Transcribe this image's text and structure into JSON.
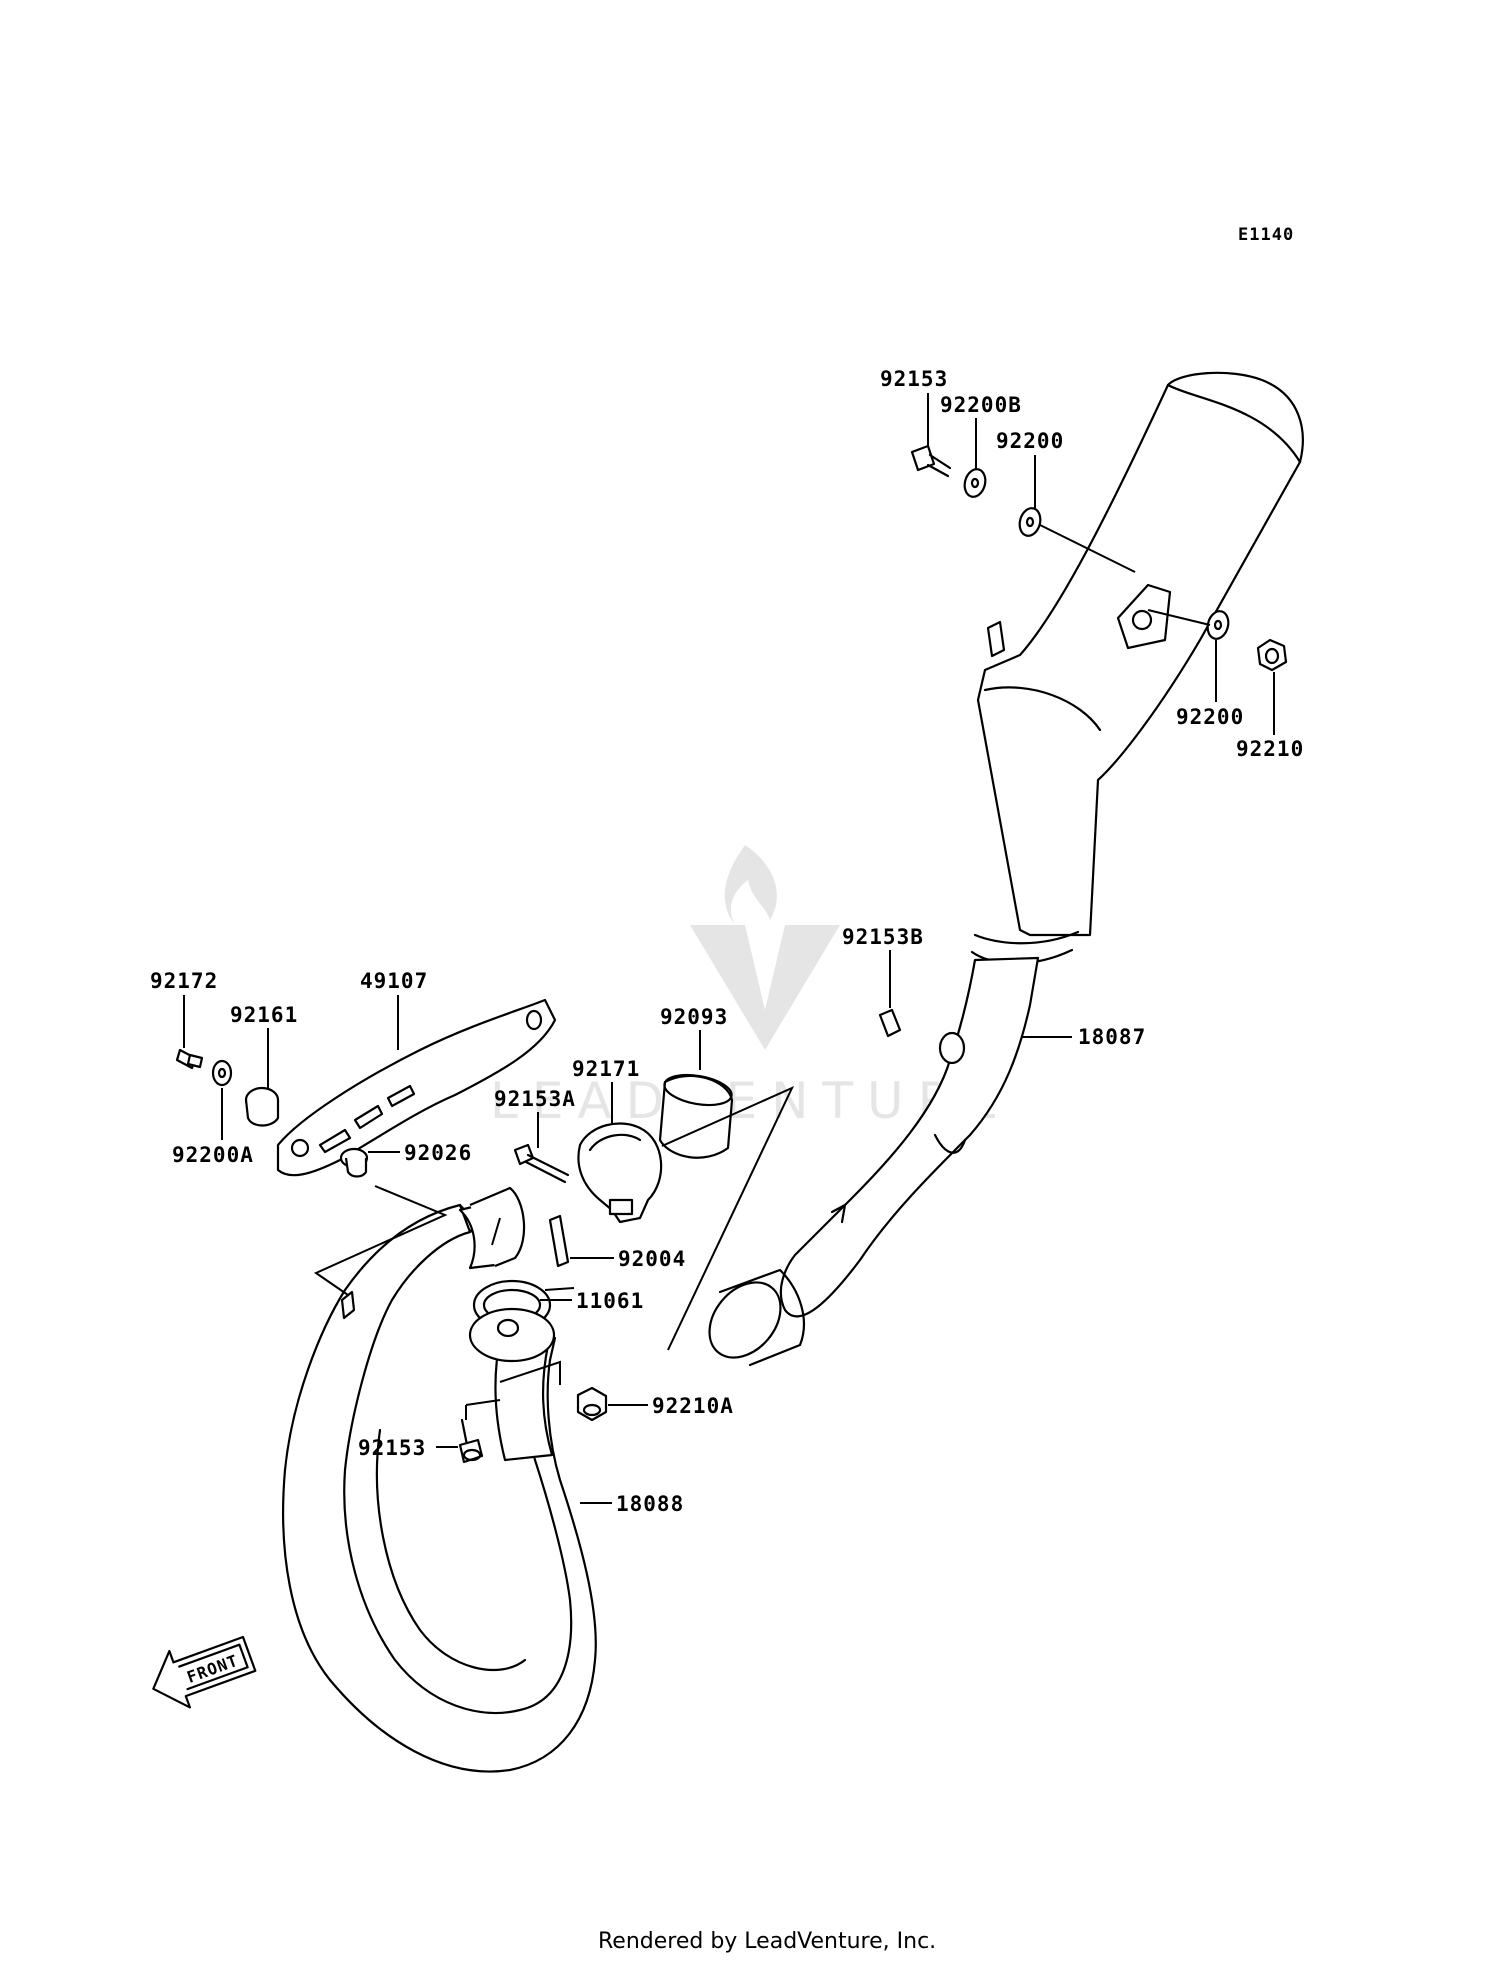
{
  "diagram_code": "E1140",
  "footer": "Rendered by LeadVenture, Inc.",
  "watermark": "LEADVENTURE",
  "front_arrow_label": "FRONT",
  "callouts": {
    "c92153_top": "92153",
    "c92200B": "92200B",
    "c92200_top": "92200",
    "c92200_right": "92200",
    "c92210": "92210",
    "c92153B": "92153B",
    "c18087": "18087",
    "c92172": "92172",
    "c49107": "49107",
    "c92161": "92161",
    "c92093": "92093",
    "c92171": "92171",
    "c92153A": "92153A",
    "c92200A": "92200A",
    "c92026": "92026",
    "c92004": "92004",
    "c11061": "11061",
    "c92210A": "92210A",
    "c92153_bottom": "92153",
    "c18088": "18088"
  }
}
